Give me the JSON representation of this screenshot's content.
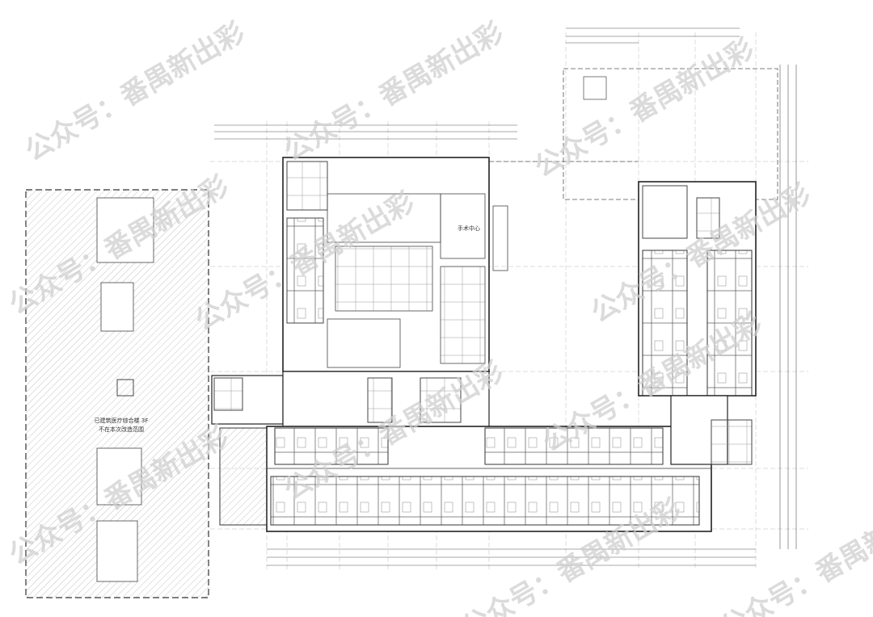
{
  "plan": {
    "existing_building_label_line1": "已建筑医疗综合楼 3F",
    "existing_building_label_line2": "不在本次改造范围",
    "surgery_center_label": "手术中心"
  },
  "watermark": {
    "text": "公众号：番禺新出彩"
  },
  "colors": {
    "line": "#333333",
    "hatch": "#bdbdbd",
    "watermark": "#cfcfcf"
  }
}
